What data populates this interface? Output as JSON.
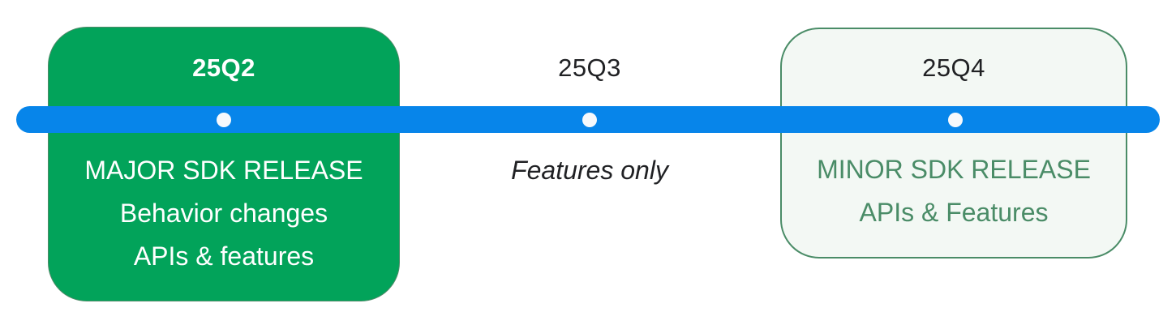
{
  "diagram": {
    "type": "timeline",
    "colors": {
      "timeline_bar": "#0785ea",
      "timeline_dot": "#f7f9fc",
      "major_box_fill": "#02a35a",
      "major_box_text": "#ffffff",
      "minor_box_fill": "#f3f8f4",
      "minor_box_border": "#4a8c67",
      "minor_box_text": "#4a8c67",
      "default_text": "#202124"
    },
    "milestones": [
      {
        "quarter": "25Q2",
        "style": "major",
        "lines": [
          "MAJOR SDK RELEASE",
          "Behavior changes",
          "APIs & features"
        ]
      },
      {
        "quarter": "25Q3",
        "style": "plain",
        "lines": [
          "Features only"
        ]
      },
      {
        "quarter": "25Q4",
        "style": "minor",
        "lines": [
          "MINOR SDK RELEASE",
          "APIs & Features"
        ]
      }
    ]
  }
}
